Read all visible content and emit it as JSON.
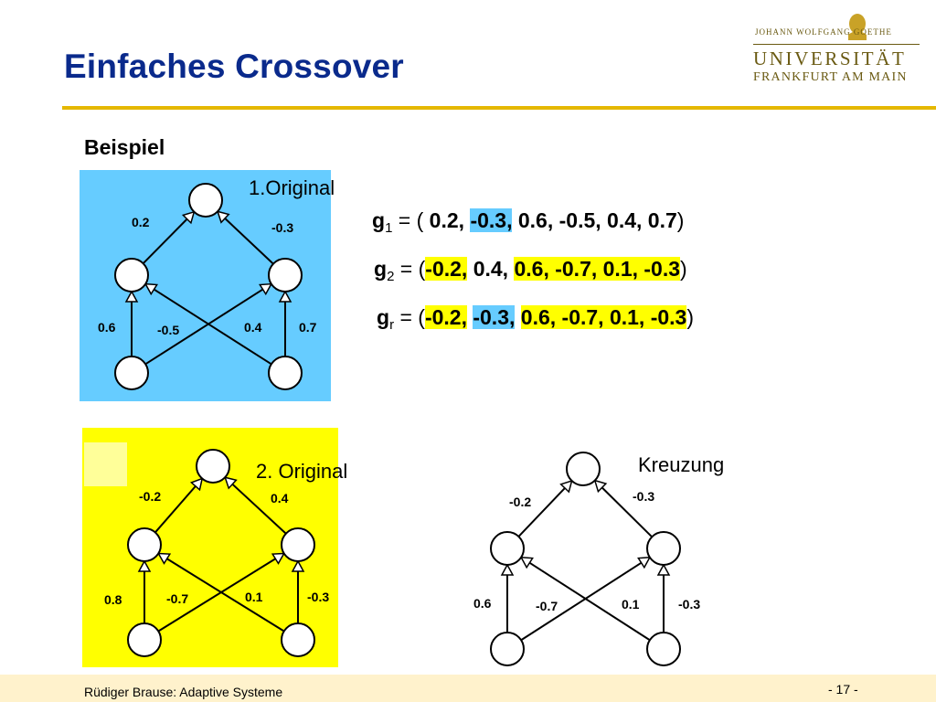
{
  "slide": {
    "title": "Einfaches Crossover",
    "subtitle": "Beispiel"
  },
  "logo": {
    "line1": "JOHANN WOLFGANG GOETHE",
    "line2": "UNIVERSITÄT",
    "line3": "FRANKFURT AM MAIN"
  },
  "networks": [
    {
      "label": "1.Original",
      "background": "#66ccff",
      "weights": {
        "top_left": "0.2",
        "top_right": "-0.3",
        "left": "0.6",
        "cross_left": "-0.5",
        "cross_right": "0.4",
        "right": "0.7"
      }
    },
    {
      "label": "2. Original",
      "background": "#ffff00",
      "weights": {
        "top_left": "-0.2",
        "top_right": "0.4",
        "left": "0.8",
        "cross_left": "-0.7",
        "cross_right": "0.1",
        "right": "-0.3"
      }
    },
    {
      "label": "Kreuzung",
      "background": "#ffffff",
      "weights": {
        "top_left": "-0.2",
        "top_right": "-0.3",
        "left": "0.6",
        "cross_left": "-0.7",
        "cross_right": "0.1",
        "right": "-0.3"
      }
    }
  ],
  "equations": [
    {
      "symbol": "g",
      "sub": "1",
      "open": "= ( ",
      "parts": [
        "0.2,",
        "-0.3,",
        "0.6, -0.5, 0.4, 0.7"
      ],
      "close": ")"
    },
    {
      "symbol": "g",
      "sub": "2",
      "open": "= (",
      "parts": [
        "-0.2,",
        "0.4,",
        "0.6, -0.7, 0.1, -0.3"
      ],
      "close": ")"
    },
    {
      "symbol": "g",
      "sub": "r",
      "open": "= (",
      "parts": [
        "-0.2,",
        "-0.3,",
        "0.6, -0.7, 0.1, -0.3"
      ],
      "close": ")"
    }
  ],
  "colors": {
    "title": "#0a2a8c",
    "rule": "#e5b800",
    "blue_highlight": "#66ccff",
    "yellow_highlight": "#ffff00",
    "footer": "#fff2cc"
  },
  "footer": {
    "author": "Rüdiger Brause: Adaptive Systeme",
    "page": "- 17 -"
  }
}
